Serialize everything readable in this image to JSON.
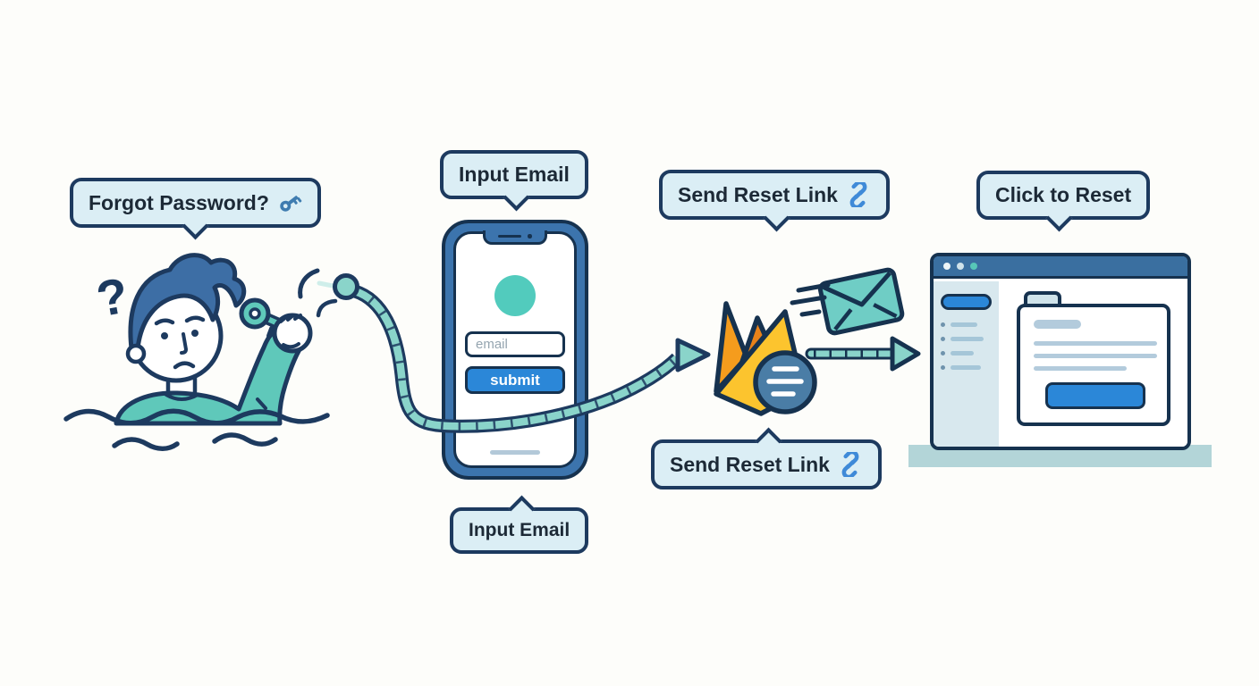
{
  "colors": {
    "navy_outline": "#1d3a5f",
    "bubble_fill": "#dbeef5",
    "teal_shirt": "#5fc8ba",
    "rope_teal": "#8ad4ca",
    "phone_frame_blue": "#3c74ad",
    "button_blue": "#2b87d8",
    "firebase_yellow": "#fcc42e",
    "firebase_orange": "#f59c1d",
    "firebase_dark_orange": "#e8821a",
    "badge_blue": "#4a7da6",
    "envelope_teal": "#6fcdc5",
    "sidebar_fill": "#d8e8ee",
    "placeholder_gray": "#95a5b0",
    "base_bar_teal": "#b3d5d8"
  },
  "bubbles": {
    "forgot_password": {
      "label": "Forgot Password?",
      "icon": "key-icon"
    },
    "input_email_top": {
      "label": "Input Email"
    },
    "send_reset_link_top": {
      "label": "Send Reset Link",
      "icon": "link-icon"
    },
    "click_to_reset": {
      "label": "Click to Reset"
    },
    "send_reset_link_bottom": {
      "label": "Send Reset Link",
      "icon": "link-icon"
    },
    "input_email_bottom": {
      "label": "Input Email"
    }
  },
  "phone": {
    "email_placeholder": "email",
    "submit_label": "submit"
  },
  "person": {
    "question_mark": "?"
  },
  "icons": {
    "key": "key-icon",
    "link": "link-icon",
    "firebase_flame": "firebase-flame-icon",
    "envelope": "envelope-icon",
    "list_badge": "list-badge-icon",
    "rope_arrow": "rope-arrow-icon",
    "straight_arrow": "arrow-right-icon"
  }
}
